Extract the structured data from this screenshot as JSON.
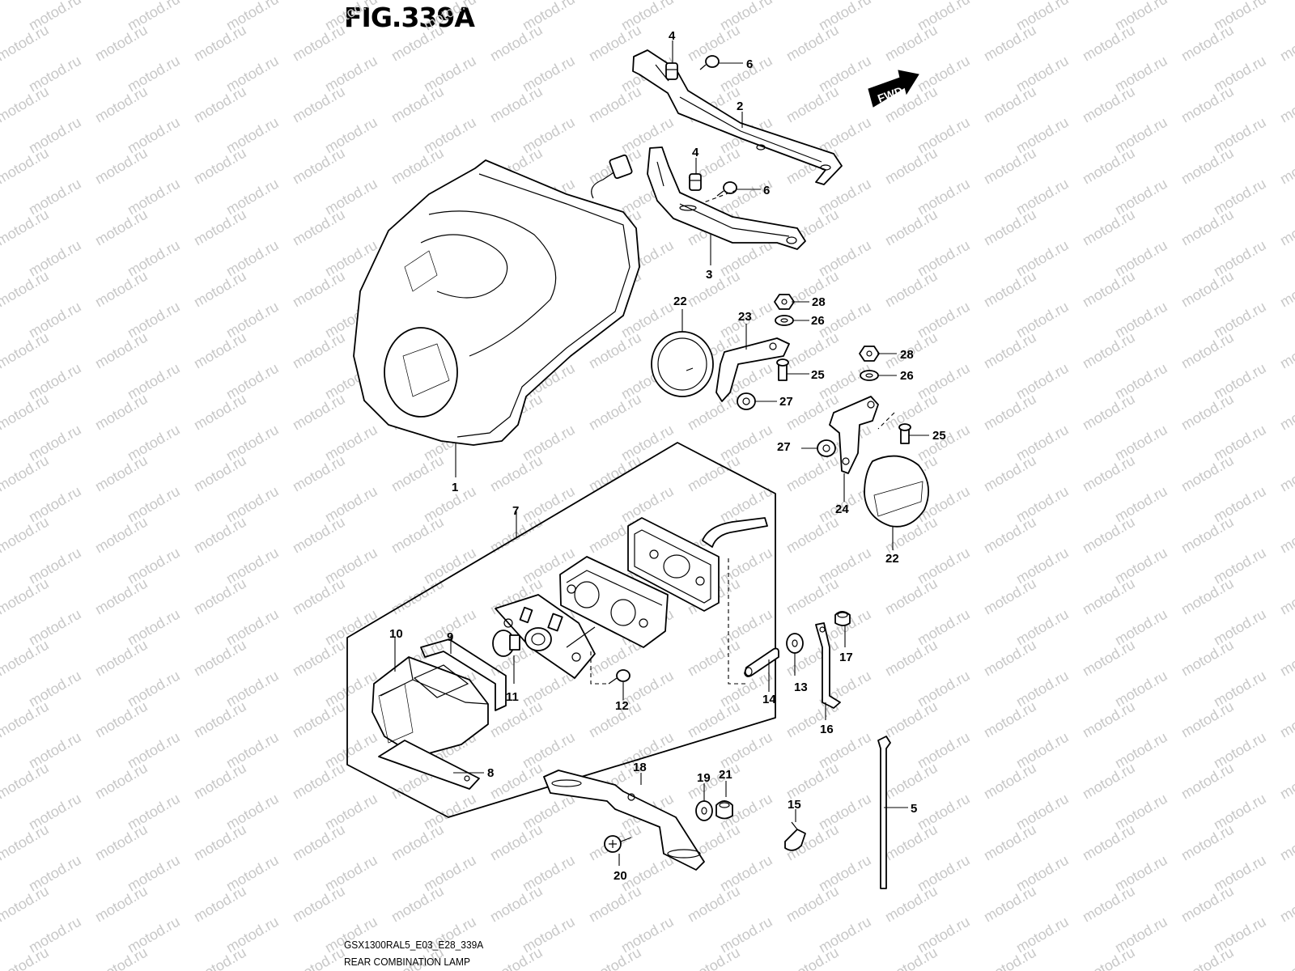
{
  "figure": {
    "title": "FIG.339A",
    "model_code": "GSX1300RAL5_E03_E28_339A",
    "assembly_name": "REAR COMBINATION LAMP",
    "direction_badge": "FWD",
    "watermark": "motod.ru"
  },
  "callouts": {
    "c1": "1",
    "c2": "2",
    "c3": "3",
    "c4a": "4",
    "c4b": "4",
    "c5": "5",
    "c6a": "6",
    "c6b": "6",
    "c7": "7",
    "c8": "8",
    "c9": "9",
    "c10": "10",
    "c11": "11",
    "c12": "12",
    "c13": "13",
    "c14": "14",
    "c15": "15",
    "c16": "16",
    "c17": "17",
    "c18": "18",
    "c19": "19",
    "c20": "20",
    "c21": "21",
    "c22a": "22",
    "c22b": "22",
    "c23": "23",
    "c24": "24",
    "c25a": "25",
    "c25b": "25",
    "c26a": "26",
    "c26b": "26",
    "c27a": "27",
    "c27b": "27",
    "c28a": "28",
    "c28b": "28"
  },
  "icons": {
    "direction": "fwd-arrow-icon"
  }
}
